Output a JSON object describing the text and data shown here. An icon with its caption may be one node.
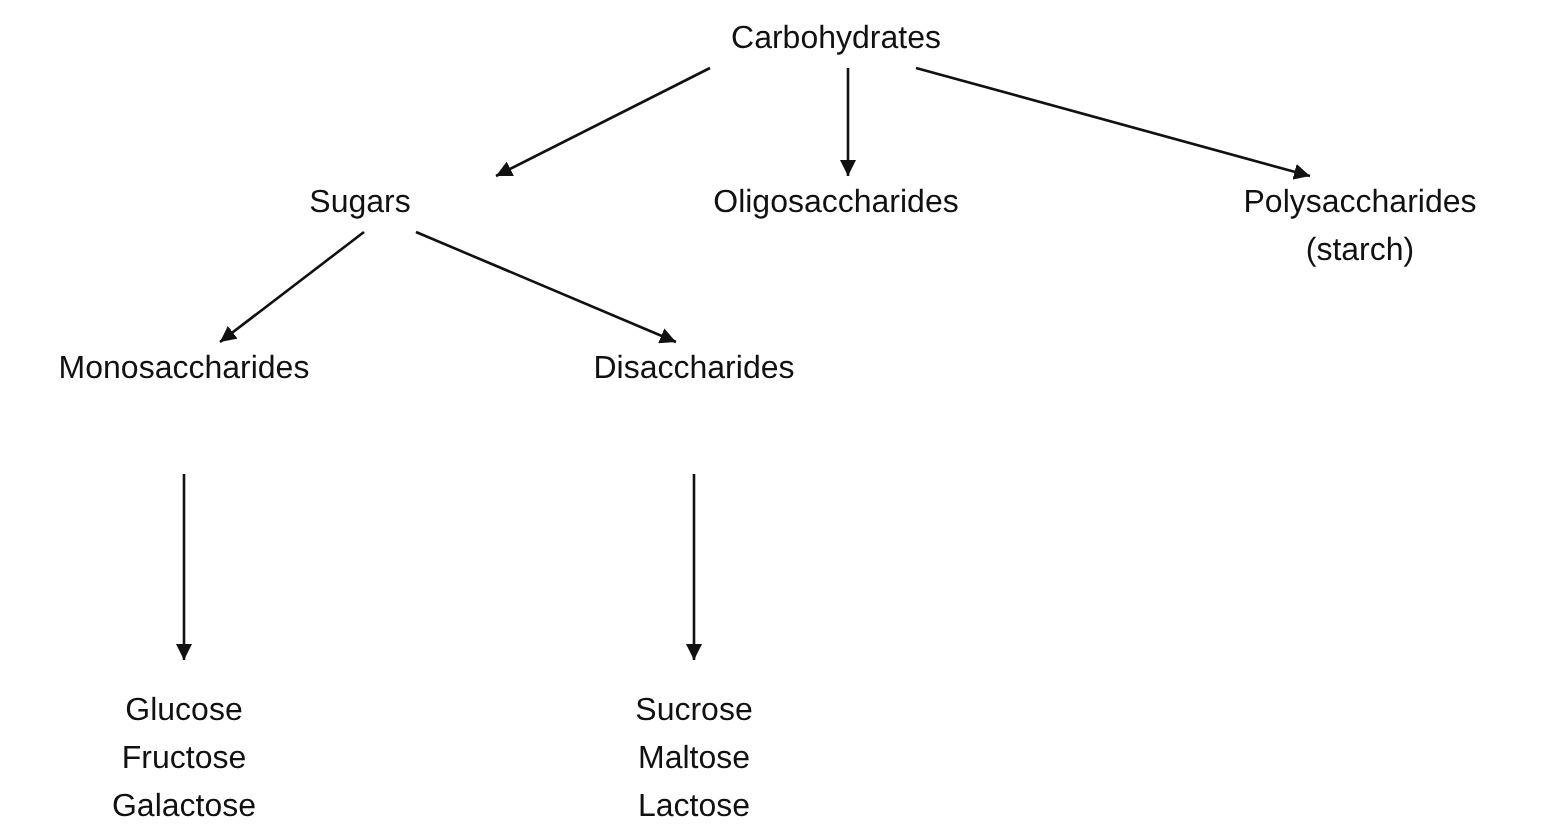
{
  "diagram": {
    "nodes": [
      {
        "text": [
          "Carbohydrates"
        ]
      },
      {
        "text": [
          "Sugars"
        ]
      },
      {
        "text": [
          "Oligosaccharides"
        ]
      },
      {
        "text": [
          "Polysaccharides (starch)"
        ]
      },
      {
        "text": [
          "Monosaccharides"
        ]
      },
      {
        "text": [
          "Disaccharides"
        ]
      },
      {
        "text": [
          "Glucose Fructose Galactose"
        ]
      },
      {
        "text": [
          "Sucrose Maltose Lactose"
        ]
      }
    ],
    "edges": [
      {
        "from": 0,
        "to": 1,
        "arrow": "to"
      },
      {
        "from": 0,
        "to": 2,
        "arrow": "to"
      },
      {
        "from": 0,
        "to": 3,
        "arrow": "to"
      },
      {
        "from": 1,
        "to": 4,
        "arrow": "to"
      },
      {
        "from": 1,
        "to": 5,
        "arrow": "to"
      },
      {
        "from": 4,
        "to": 6,
        "arrow": "to"
      },
      {
        "from": 5,
        "to": 7,
        "arrow": "to"
      }
    ]
  }
}
